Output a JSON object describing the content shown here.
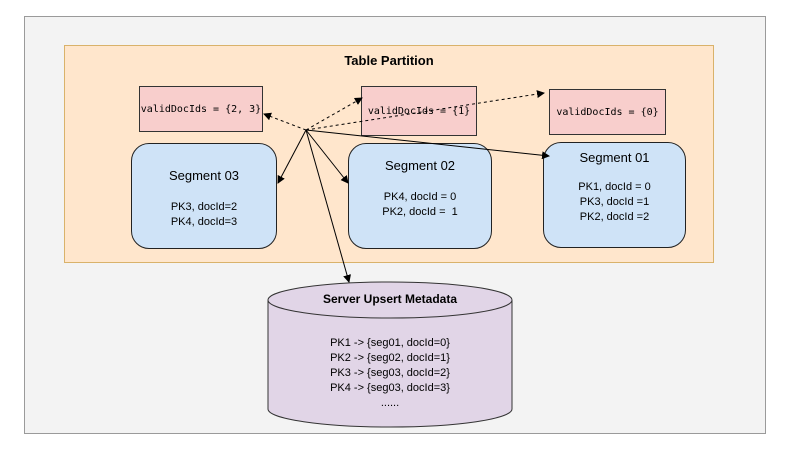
{
  "partition": {
    "title": "Table Partition"
  },
  "segments": [
    {
      "name": "Segment 03",
      "lines": [
        "PK3, docId=2",
        "PK4, docId=3"
      ]
    },
    {
      "name": "Segment 02",
      "lines": [
        "PK4, docId = 0",
        "PK2, docId =  1"
      ]
    },
    {
      "name": "Segment 01",
      "lines": [
        "PK1, docId = 0",
        "PK3, docId =1",
        "PK2, docId =2"
      ]
    }
  ],
  "valid_doc_ids": [
    "validDocIds = {2, 3}",
    "validDocIds = {1}",
    "validDocIds = {0}"
  ],
  "metadata": {
    "title": "Server Upsert Metadata",
    "lines": [
      "PK1 -> {seg01, docId=0}",
      "PK2 -> {seg02, docId=1}",
      "PK3 -> {seg03, docId=2}",
      "PK4 -> {seg03, docId=3}",
      "......"
    ]
  },
  "colors": {
    "outer_background": "#f3f3f3",
    "partition_fill": "#ffe6cc",
    "segment_fill": "#cfe3f7",
    "valid_box_fill": "#f8cecc",
    "cylinder_fill": "#e1d5e7"
  }
}
